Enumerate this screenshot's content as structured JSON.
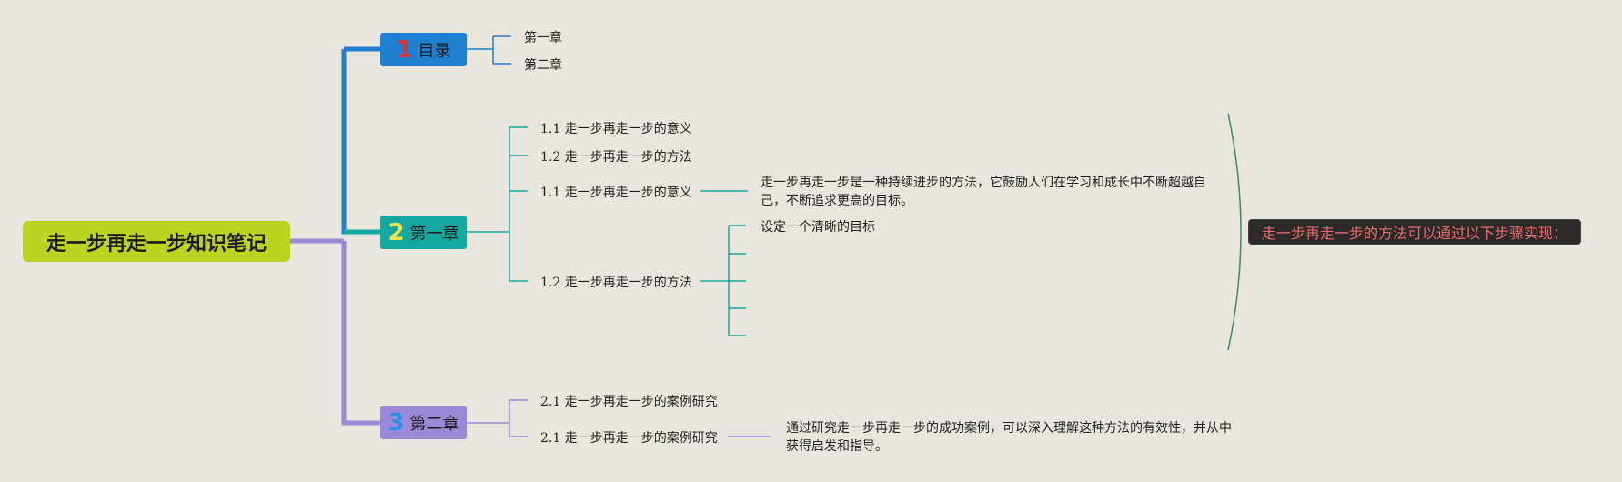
{
  "root": {
    "title": "走一步再走一步知识笔记"
  },
  "branches": [
    {
      "number": "1",
      "label": "目录",
      "color": "#1f7fd1"
    },
    {
      "number": "2",
      "label": "第一章",
      "color": "#15a8a0"
    },
    {
      "number": "3",
      "label": "第二章",
      "color": "#9c88d8"
    }
  ],
  "toc": {
    "items": [
      "第一章",
      "第二章"
    ]
  },
  "chapter1": {
    "items": [
      "1.1 走一步再走一步的意义",
      "1.2 走一步再走一步的方法",
      "1.1 走一步再走一步的意义",
      "1.2 走一步再走一步的方法"
    ],
    "meaning_desc": "走一步再走一步是一种持续进步的方法，它鼓励人们在学习和成长中不断超越自己，不断追求更高的目标。",
    "method_steps": [
      "设定一个清晰的目标",
      "",
      "",
      "",
      ""
    ],
    "summary": "走一步再走一步的方法可以通过以下步骤实现："
  },
  "chapter2": {
    "items": [
      "2.1 走一步再走一步的案例研究",
      "2.1 走一步再走一步的案例研究"
    ],
    "case_desc": "通过研究走一步再走一步的成功案例，可以深入理解这种方法的有效性，并从中获得启发和指导。"
  },
  "colors": {
    "background": "#e9e6dd",
    "root": "#bcd31f",
    "summary_bg": "#2b2a28",
    "summary_text": "#ee6a6a"
  }
}
